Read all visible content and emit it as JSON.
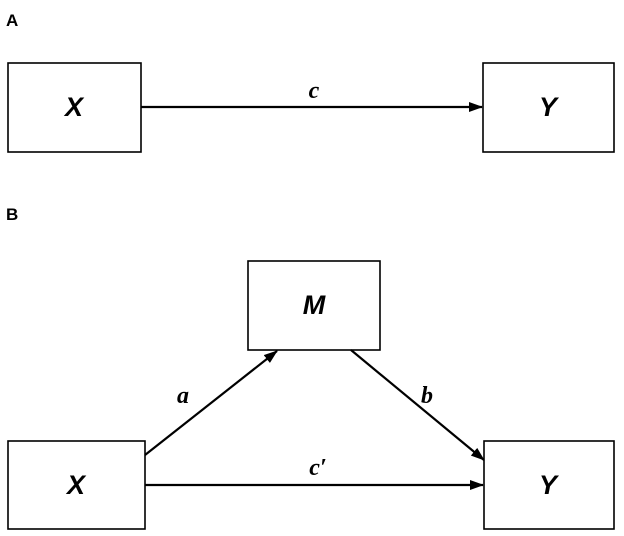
{
  "panel_a": {
    "label": "A",
    "nodes": {
      "x": "X",
      "y": "Y"
    },
    "paths": {
      "c": "c"
    }
  },
  "panel_b": {
    "label": "B",
    "nodes": {
      "x": "X",
      "m": "M",
      "y": "Y"
    },
    "paths": {
      "a": "a",
      "b": "b",
      "c_prime": "c′"
    }
  }
}
